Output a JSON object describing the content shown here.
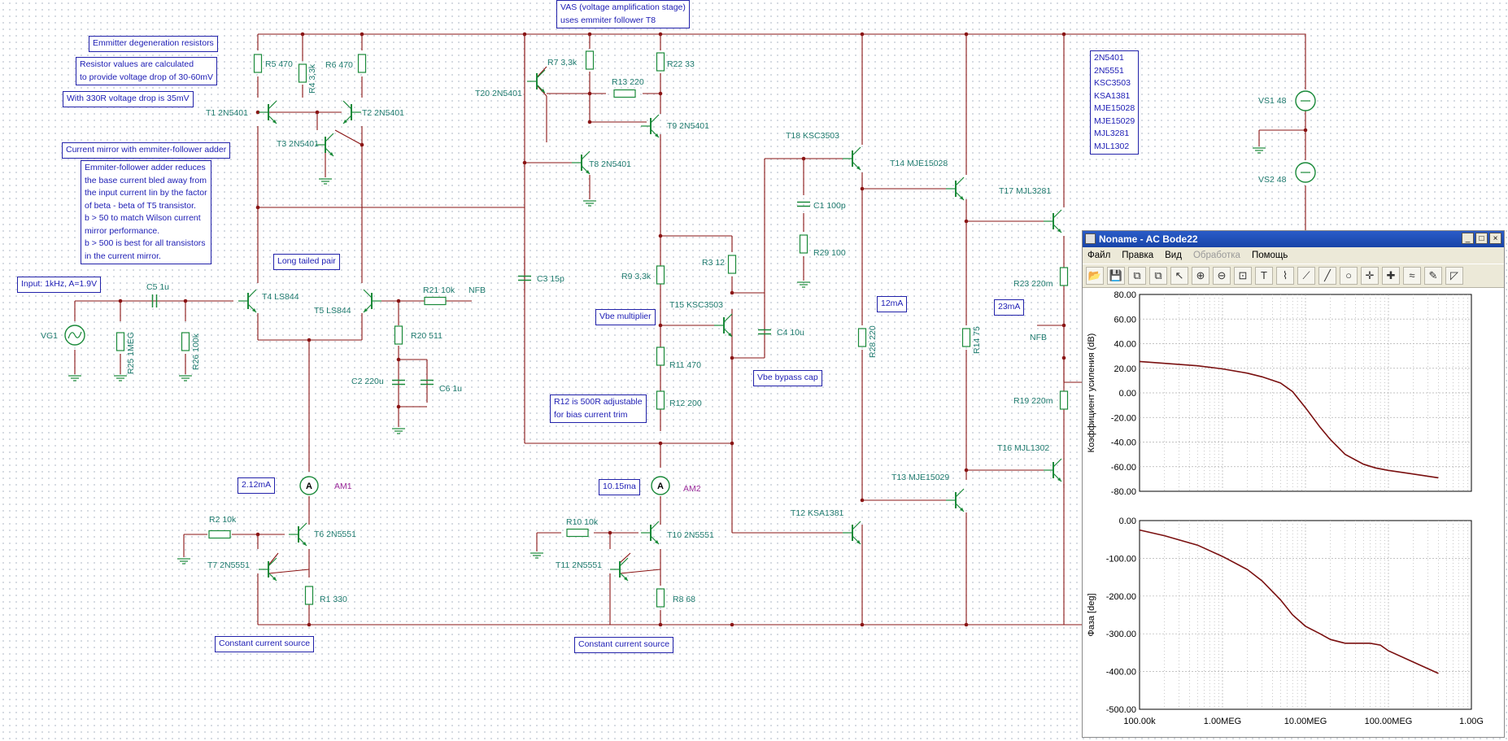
{
  "schematic": {
    "components": {
      "r5": "R5 470",
      "r4": "R4 3,3k",
      "r6": "R6 470",
      "t1": "T1 2N5401",
      "t2": "T2 2N5401",
      "t3": "T3 2N5401",
      "t20": "T20 2N5401",
      "r7": "R7 3,3k",
      "r13": "R13 220",
      "r22": "R22 33",
      "t9": "T9 2N5401",
      "t8": "T8 2N5401",
      "t18": "T18 KSC3503",
      "t14": "T14 MJE15028",
      "t17": "T17 MJL3281",
      "c1": "C1 100p",
      "r29": "R29 100",
      "vs1": "VS1 48",
      "vs2": "VS2 48",
      "c5": "C5 1u",
      "t4": "T4 LS844",
      "t5": "T5 LS844",
      "r21": "R21 10k",
      "nfb": "NFB",
      "nfb2": "NFB",
      "vg1": "VG1",
      "r25": "R25 1MEG",
      "r26": "R26 100k",
      "c3": "C3 15p",
      "r9": "R9 3,3k",
      "r3": "R3 12",
      "t15": "T15 KSC3503",
      "c4": "C4 10u",
      "r20": "R20 511",
      "c2": "C2 220u",
      "c6": "C6 1u",
      "r11": "R11 470",
      "r12": "R12 200",
      "r28": "R28 220",
      "r14": "R14 75",
      "r23": "R23 220m",
      "r19": "R19 220m",
      "t16": "T16 MJL1302",
      "t13": "T13 MJE15029",
      "t12": "T12 KSA1381",
      "am1": "AM1",
      "am2": "AM2",
      "r2": "R2 10k",
      "t6": "T6 2N5551",
      "t7": "T7 2N5551",
      "r1": "R1 330",
      "r10": "R10 10k",
      "t10": "T10 2N5551",
      "t11": "T11 2N5551",
      "r8": "R8 68"
    },
    "notes": {
      "vas": "VAS (voltage amplification stage)\nuses emmiter follower T8",
      "emitter_degen": "Emmitter degeneration resistors",
      "resistor_values": "Resistor values are calculated\nto provide voltage drop of 30-60mV",
      "drop_330": "With 330R voltage drop is 35mV",
      "current_mirror": "Current mirror with emmiter-follower adder",
      "follower_adder": "Emmiter-follower adder reduces\nthe base current bled away from\nthe input current Iin by the factor\nof beta - beta of T5 transistor.\nb > 50 to match Wilson current\nmirror performance.\nb > 500 is best for all transistors\nin the current mirror.",
      "long_tailed": "Long tailed pair",
      "input": "Input: 1kHz, A=1.9V",
      "vbe_mult": "Vbe multiplier",
      "vbe_bypass": "Vbe bypass cap",
      "r12_adj": "R12 is 500R adjustable\nfor bias current trim",
      "i_12ma": "12mA",
      "i_23ma": "23mA",
      "i_212": "2.12mA",
      "i_1015": "10.15ma",
      "ccs1": "Constant current source",
      "ccs2": "Constant current source",
      "parts_list": "2N5401\n2N5551\nKSC3503\nKSA1381\nMJE15028\nMJE15029\nMJL3281\nMJL1302"
    }
  },
  "bode_window": {
    "title": "Noname - AC Bode22",
    "controls": {
      "minimize": "_",
      "maximize": "□",
      "close": "×"
    },
    "menu": [
      {
        "label": "Файл",
        "enabled": true
      },
      {
        "label": "Правка",
        "enabled": true
      },
      {
        "label": "Вид",
        "enabled": true
      },
      {
        "label": "Обработка",
        "enabled": false
      },
      {
        "label": "Помощь",
        "enabled": true
      }
    ],
    "toolbar_icons": [
      "open-icon",
      "save-icon",
      "copy-icon",
      "paste-icon",
      "cursor-icon",
      "zoom-in-icon",
      "zoom-out-icon",
      "zoom-fit-icon",
      "text-tool-icon",
      "probe-icon",
      "marker-icon",
      "line-icon",
      "circle-icon",
      "cursor-a-icon",
      "cursor-b-icon",
      "curve-icon",
      "pen-icon",
      "arrow-icon"
    ],
    "toolbar_glyphs": [
      "📂",
      "💾",
      "⧉",
      "⧉",
      "↖",
      "⊕",
      "⊖",
      "⊡",
      "T",
      "⌇",
      "⟋",
      "╱",
      "○",
      "✛",
      "✚",
      "≈",
      "✎",
      "◸"
    ],
    "gain_ylabel": "Коэффициент усиления (dB)",
    "phase_ylabel": "Фаза [deg]",
    "gain_ticks": [
      "80.00",
      "60.00",
      "40.00",
      "20.00",
      "0.00",
      "-20.00",
      "-40.00",
      "-60.00",
      "-80.00"
    ],
    "phase_ticks": [
      "0.00",
      "-100.00",
      "-200.00",
      "-300.00",
      "-400.00",
      "-500.00"
    ],
    "x_ticks": [
      "100.00k",
      "1.00MEG",
      "10.00MEG",
      "100.00MEG",
      "1.00G"
    ],
    "curve_color": "#7a1010"
  },
  "chart_data": {
    "type": "line",
    "xscale": "log",
    "xlim": [
      100000,
      1000000000
    ],
    "gain": {
      "ylabel": "Коэффициент усиления (dB)",
      "ylim": [
        -80,
        80
      ],
      "x": [
        100000,
        200000,
        500000,
        1000000,
        2000000,
        3000000,
        5000000,
        7000000,
        10000000,
        15000000,
        20000000,
        30000000,
        50000000,
        70000000,
        100000000,
        200000000,
        400000000
      ],
      "y": [
        25.5,
        24,
        22,
        19.5,
        16,
        13,
        8,
        1,
        -12,
        -28,
        -38,
        -50,
        -58,
        -61,
        -63,
        -66,
        -69
      ]
    },
    "phase": {
      "ylabel": "Фаза [deg]",
      "ylim": [
        -500,
        0
      ],
      "x": [
        100000,
        200000,
        500000,
        1000000,
        2000000,
        3000000,
        5000000,
        7000000,
        10000000,
        15000000,
        20000000,
        30000000,
        40000000,
        60000000,
        80000000,
        100000000,
        200000000,
        400000000
      ],
      "y": [
        -25,
        -40,
        -65,
        -95,
        -130,
        -160,
        -210,
        -250,
        -280,
        -300,
        -315,
        -325,
        -325,
        -325,
        -330,
        -345,
        -375,
        -405
      ]
    }
  }
}
